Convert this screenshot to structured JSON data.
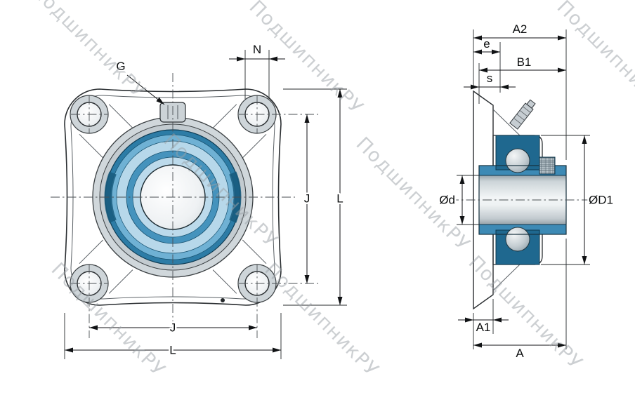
{
  "watermark": {
    "text": "ПодшипникРУ"
  },
  "front_view": {
    "labels": {
      "grease_fitting": "G",
      "bolt_hole_diameter": "N",
      "bolt_spacing_vertical": "J",
      "overall_height": "L",
      "bolt_spacing_horizontal": "J",
      "overall_width": "L"
    }
  },
  "side_view": {
    "labels": {
      "total_width": "A2",
      "grease_offset": "e",
      "inner_ring_width": "B1",
      "back_protrusion": "s",
      "bore_diameter": "Ød",
      "outer_diameter": "ØD1",
      "flange_thickness": "A1",
      "housing_width": "A"
    }
  },
  "colors": {
    "bearing_blue_dark": "#1f688f",
    "bearing_blue": "#2d7ca6",
    "bearing_blue_light": "#b7d8ea",
    "metal_gray": "#d3d9dc",
    "line": "#1a1a1a",
    "watermark_gray": "#9aa1a6",
    "background": "#ffffff"
  }
}
